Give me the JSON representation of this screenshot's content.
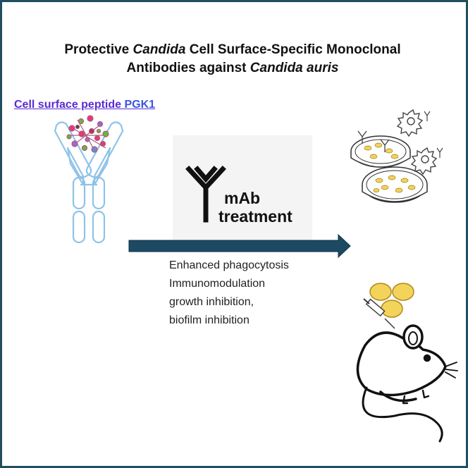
{
  "title": {
    "line1_pre": "Protective ",
    "line1_em": "Candida",
    "line1_post": " Cell Surface-Specific Monoclonal",
    "line2_pre": "Antibodies against ",
    "line2_em": "Candida auris"
  },
  "peptide": {
    "label": "Cell surface peptide ",
    "label_strong": "PGK1"
  },
  "treatment": {
    "line1": "mAb",
    "line2": "treatment"
  },
  "effects": [
    "Enhanced phagocytosis",
    "Immunomodulation",
    "growth inhibition,",
    "biofilm inhibition"
  ],
  "colors": {
    "frame": "#1f4e5f",
    "arrow": "#1d4a63",
    "antibody_outline": "#8fc3e8",
    "label_purple": "#5a2bd1",
    "yeast_fill": "#f3d35a"
  }
}
